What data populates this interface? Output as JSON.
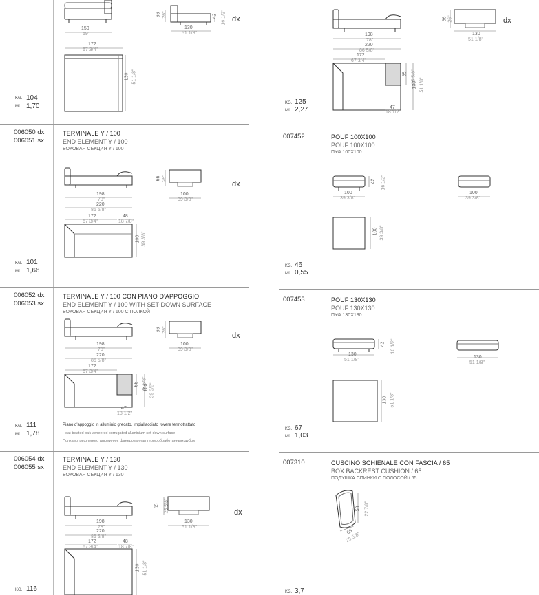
{
  "left": {
    "top": {
      "weight_label": "KG.",
      "weight": "104",
      "area_label": "M²",
      "area": "1,70",
      "dims": {
        "w150": "150",
        "w150i": "59\"",
        "w172": "172",
        "w172i": "67 3/4\"",
        "d130": "130",
        "d130i": "51 1/8\"",
        "h66": "66",
        "h66i": "26\"",
        "h42": "42",
        "h42i": "16 1/2\"",
        "w130": "130",
        "w130i": "51 1/8\""
      },
      "side": "dx"
    },
    "sections": [
      {
        "codes": [
          "006050 dx",
          "006051 sx"
        ],
        "name_it": "TERMINALE Y / 100",
        "name_en": "END ELEMENT Y / 100",
        "name_ru": "БОКОВАЯ СЕКЦИЯ Y / 100",
        "side": "dx",
        "weight_label": "KG.",
        "weight": "101",
        "area_label": "M²",
        "area": "1,66",
        "dims": {
          "w198": "198",
          "w198i": "78\"",
          "w220": "220",
          "w220i": "86 5/8\"",
          "w172": "172",
          "w172i": "67 3/4\"",
          "w48": "48",
          "w48i": "18 7/8\"",
          "d100": "100",
          "d100i": "39 3/8\"",
          "h66": "66",
          "h66i": "26\"",
          "w100": "100",
          "w100i": "39 3/8\""
        }
      },
      {
        "codes": [
          "006052 dx",
          "006053 sx"
        ],
        "name_it": "TERMINALE Y / 100 CON PIANO D'APPOGGIO",
        "name_en": "END ELEMENT Y / 100 WITH SET-DOWN SURFACE",
        "name_ru": "БОКОВАЯ СЕКЦИЯ Y / 100 С ПОЛКОЙ",
        "side": "dx",
        "weight_label": "KG.",
        "weight": "111",
        "area_label": "M²",
        "area": "1,78",
        "note_it": "Piano d'appoggio in alluminio grecato, impiallacciato rovere termotrattato",
        "note_en": "Heat-treated oak veneered corrugated aluminium set-down surface",
        "note_ru": "Полка из рифленого алюминия, фанерованная термообработанным дубом",
        "dims": {
          "w198": "198",
          "w198i": "78\"",
          "w220": "220",
          "w220i": "86 5/8\"",
          "w172": "172",
          "w172i": "67 3/4\"",
          "w47": "47",
          "w47i": "18 1/2\"",
          "d100": "100",
          "d100i": "39 3/8\"",
          "d65": "65",
          "d65i": "25 5/8\"",
          "h66": "66",
          "h66i": "26\"",
          "w100": "100",
          "w100i": "39 3/8\""
        }
      },
      {
        "codes": [
          "006054 dx",
          "006055 sx"
        ],
        "name_it": "TERMINALE Y / 130",
        "name_en": "END ELEMENT Y / 130",
        "name_ru": "БОКОВАЯ СЕКЦИЯ Y / 130",
        "side": "dx",
        "weight_label": "KG.",
        "weight": "116",
        "dims": {
          "w198": "198",
          "w198i": "78\"",
          "w220": "220",
          "w220i": "86 5/8\"",
          "w172": "172",
          "w172i": "67 3/4\"",
          "w48": "48",
          "w48i": "18 7/8\"",
          "d130": "130",
          "d130i": "51 1/8\"",
          "h65": "65",
          "h65i": "25 5/8\"",
          "w130": "130",
          "w130i": "51 1/8\""
        }
      }
    ]
  },
  "right": {
    "top": {
      "weight_label": "KG.",
      "weight": "125",
      "area_label": "M²",
      "area": "2,27",
      "side": "dx",
      "dims": {
        "w198": "198",
        "w198i": "78\"",
        "w220": "220",
        "w220i": "86 5/8\"",
        "w172": "172",
        "w172i": "67 3/4\"",
        "w47": "47",
        "w47i": "18 1/2\"",
        "d130": "130",
        "d130i": "51 1/8\"",
        "d65": "65",
        "d65i": "25 5/8\"",
        "h66": "66",
        "h66i": "26\"",
        "w130": "130",
        "w130i": "51 1/8\""
      }
    },
    "sections": [
      {
        "codes": [
          "007452"
        ],
        "name_it": "POUF 100X100",
        "name_en": "POUF 100X100",
        "name_ru": "ПУФ 100X100",
        "weight_label": "KG.",
        "weight": "46",
        "area_label": "M²",
        "area": "0,55",
        "dims": {
          "w100": "100",
          "w100i": "39 3/8\"",
          "h42": "42",
          "h42i": "16 1/2\"",
          "d100": "100",
          "d100i": "39 3/8\""
        }
      },
      {
        "codes": [
          "007453"
        ],
        "name_it": "POUF 130X130",
        "name_en": "POUF 130X130",
        "name_ru": "ПУФ 130X130",
        "weight_label": "KG.",
        "weight": "67",
        "area_label": "M²",
        "area": "1,03",
        "dims": {
          "w130": "130",
          "w130i": "51 1/8\"",
          "h42": "42",
          "h42i": "16 1/2\"",
          "d130": "130",
          "d130i": "51 1/8\""
        }
      },
      {
        "codes": [
          "007310"
        ],
        "name_it": "CUSCINO SCHIENALE CON FASCIA / 65",
        "name_en": "BOX BACKREST CUSHION / 65",
        "name_ru": "ПОДУШКА СПИНКИ С ПОЛОСОЙ / 65",
        "weight_label": "KG.",
        "weight": "3,7",
        "dims": {
          "h58": "58",
          "h58i": "22 7/8\"",
          "w65": "65",
          "w65i": "25 5/8\""
        }
      }
    ]
  }
}
